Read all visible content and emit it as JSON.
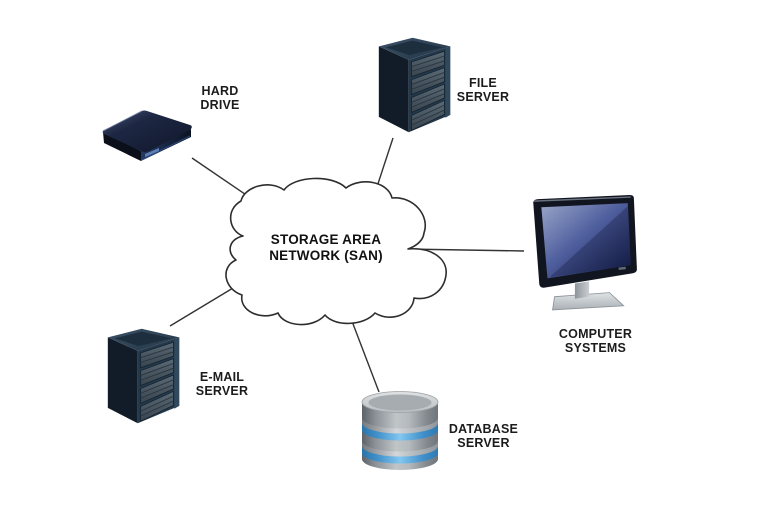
{
  "diagram": {
    "central_node": {
      "id": "san-cloud",
      "shape": "cloud",
      "label": "STORAGE AREA\nNETWORK (SAN)"
    },
    "nodes": [
      {
        "id": "hard-drive",
        "label": "HARD\nDRIVE",
        "icon": "hard-drive-icon"
      },
      {
        "id": "file-server",
        "label": "FILE\nSERVER",
        "icon": "server-rack-icon"
      },
      {
        "id": "computer-systems",
        "label": "COMPUTER\nSYSTEMS",
        "icon": "desktop-monitor-icon"
      },
      {
        "id": "e-mail-server",
        "label": "E-MAIL\nSERVER",
        "icon": "server-rack-icon"
      },
      {
        "id": "database-server",
        "label": "DATABASE\nSERVER",
        "icon": "database-cylinder-icon"
      }
    ],
    "connections": [
      {
        "from": "san-cloud",
        "to": "hard-drive"
      },
      {
        "from": "san-cloud",
        "to": "file-server"
      },
      {
        "from": "san-cloud",
        "to": "computer-systems"
      },
      {
        "from": "san-cloud",
        "to": "e-mail-server"
      },
      {
        "from": "san-cloud",
        "to": "database-server"
      }
    ],
    "colors": {
      "background": "#ffffff",
      "connector_line": "#333333",
      "cloud_fill": "#ffffff",
      "cloud_stroke": "#2d2d2d",
      "label_text": "#1c1c1c",
      "device_navy": "#141b2e",
      "server_panel": "#243a4c",
      "monitor_screen_blue": "#3d4b8e",
      "database_gray": "#9aa0a5",
      "database_band_blue": "#4d9fd6"
    }
  }
}
